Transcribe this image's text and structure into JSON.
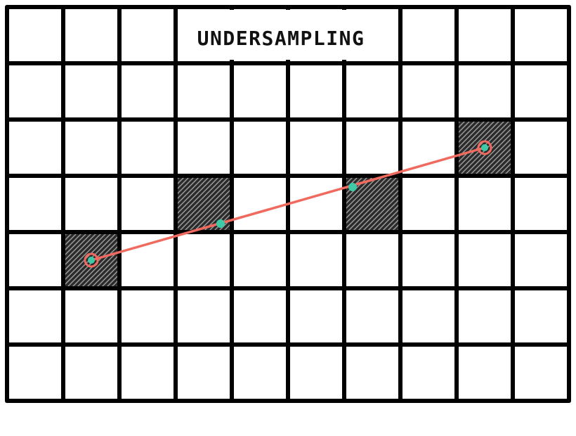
{
  "title": "UNDERSAMPLING",
  "grid": {
    "columns": 10,
    "rows": 7
  },
  "filled_cells": [
    {
      "col": 1,
      "row": 4
    },
    {
      "col": 3,
      "row": 3
    },
    {
      "col": 6,
      "row": 3
    },
    {
      "col": 8,
      "row": 2
    }
  ],
  "line": {
    "start": {
      "col": 1.5,
      "row": 4.5
    },
    "end": {
      "col": 8.5,
      "row": 2.5
    }
  },
  "samples": [
    {
      "col": 1.5,
      "row": 4.5,
      "endpoint": true
    },
    {
      "col": 3.8,
      "row": 3.85,
      "endpoint": false
    },
    {
      "col": 6.15,
      "row": 3.2,
      "endpoint": false
    },
    {
      "col": 8.5,
      "row": 2.5,
      "endpoint": true
    }
  ],
  "colors": {
    "grid": "#000000",
    "filled_cell": "#2b2b2b",
    "line": "#f06a5f",
    "sample_point": "#3ec9a7"
  }
}
